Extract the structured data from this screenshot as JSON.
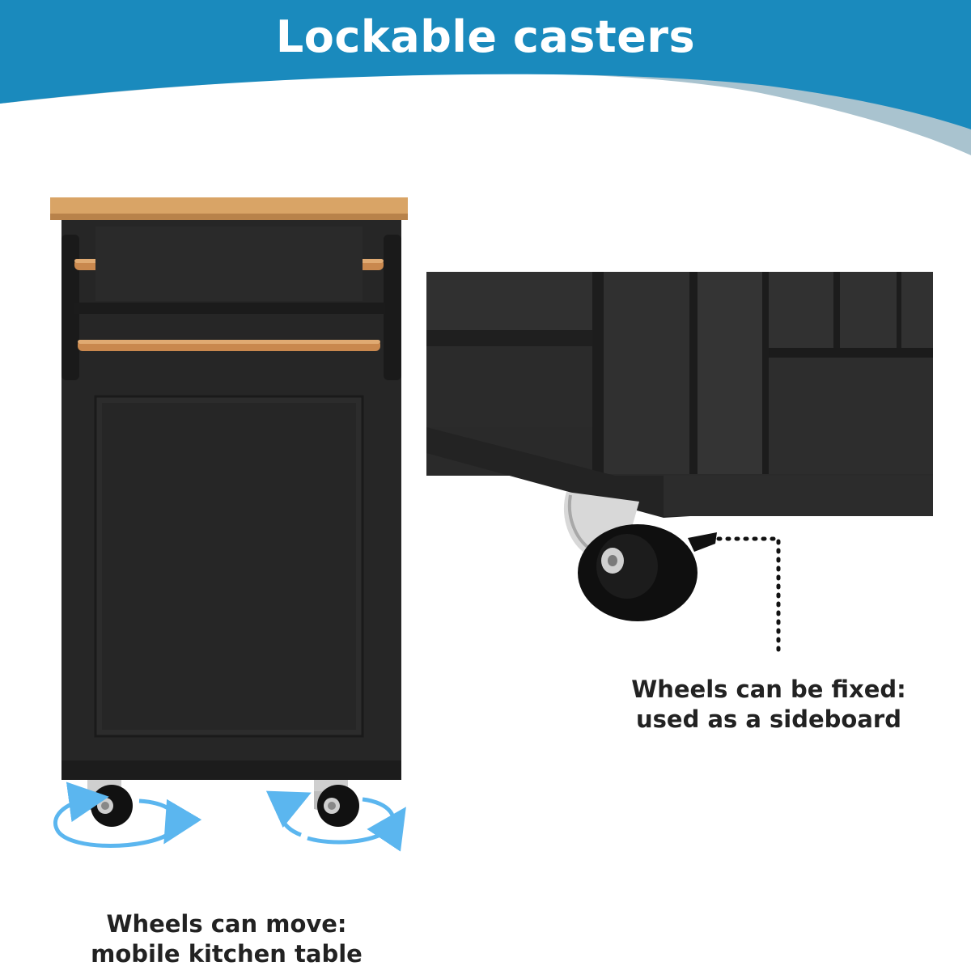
{
  "header": {
    "title": "Lockable casters",
    "band_color": "#1a8abd",
    "accent_color": "#a9c3cf"
  },
  "features": [
    {
      "line1": "Wheels can be fixed:",
      "line2": "used as a sideboard"
    },
    {
      "line1": "Wheels can move:",
      "line2": "mobile kitchen table"
    }
  ],
  "colors": {
    "cabinet": "#262626",
    "wood_top": "#d9a466",
    "rotation_arrows": "#5bb6ef"
  }
}
